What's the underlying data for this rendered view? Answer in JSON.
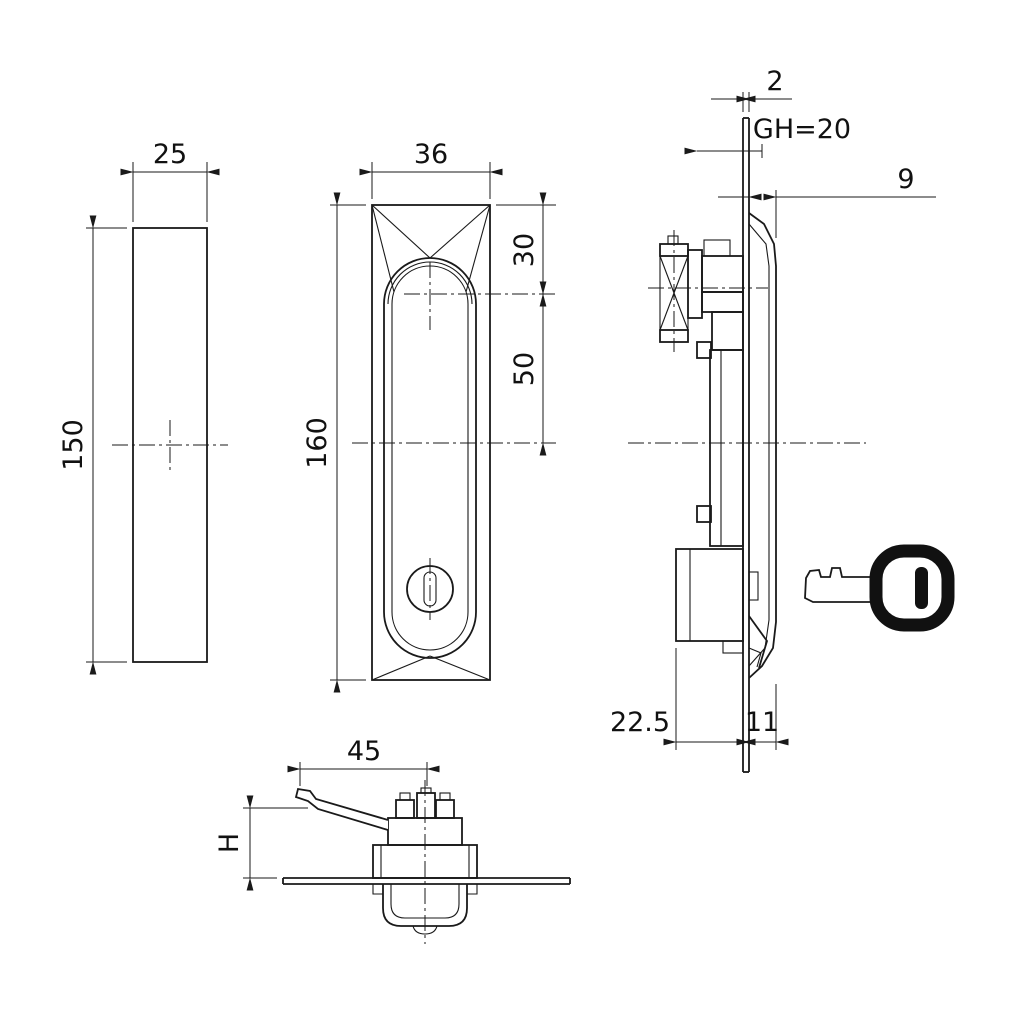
{
  "views": {
    "bar_side": {
      "width": "25",
      "height": "150"
    },
    "front": {
      "width": "36",
      "height": "160",
      "arc_offset": "30",
      "center_offset": "50"
    },
    "section": {
      "panel_thickness": "2",
      "grip_height": "GH=20",
      "front_offset": "9",
      "rear_depth": "22.5",
      "front_depth": "11"
    },
    "top": {
      "cam_length": "45",
      "cam_height": "H"
    }
  }
}
